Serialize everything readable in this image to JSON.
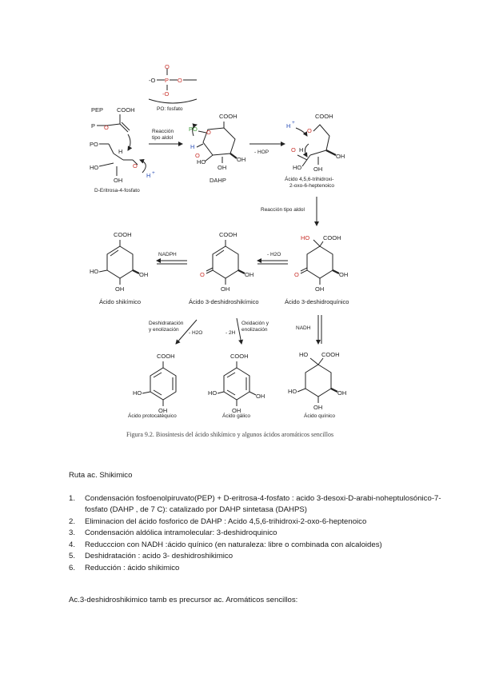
{
  "figure": {
    "phosphate_formula": "O-P-O",
    "po_label": "PO: fosfato",
    "pep_label": "PEP",
    "cooh": "COOH",
    "p_label": "P",
    "po_short": "PO",
    "erythrose_label": "D-Eritrosa-4-fosfato",
    "aldol_label_1": "Reacción tipo aldol",
    "dahp_label": "DAHP",
    "minus_hop": "- HOP",
    "heptenoic_label": "Ácido 4,5,6-trihidroxi-2-oxo-6-heptenoico",
    "aldol_label_2": "Reacción tipo aldol",
    "nadph": "NADPH",
    "minus_h2o": "- H2O",
    "shikimic": "Ácido shikímico",
    "dehydroshikimic": "Ácido 3-deshidroshikímico",
    "dehydroquinic": "Ácido 3-deshidroquínico",
    "dehydration": "Deshidratación y enolización",
    "dehydration_water": "- H2O",
    "oxidation": "Oxidación y enolización",
    "oxidation_h": "- 2H",
    "nadh": "NADH",
    "protocatechuic": "Ácido protocatéquico",
    "gallic": "Ácido gálico",
    "quinic": "Ácido quínico",
    "ho": "HO",
    "oh": "OH",
    "o": "O",
    "h": "H",
    "caption": "Figura 9.2.  Biosíntesis del ácido shikímico y algunos ácidos aromáticos sencillos"
  },
  "text": {
    "section_title": "Ruta ac. Shikimico",
    "steps": [
      {
        "num": "1.",
        "text": "Condensación fosfoenolpiruvato(PEP) + D-eritrosa-4-fosfato : acido 3-desoxi-D-arabi-noheptulosónico-7-fosfato (DAHP , de 7 C): catalizado por DAHP sintetasa (DAHPS)"
      },
      {
        "num": "2.",
        "text": "Eliminacion del ácido fosforico de DAHP :  Acido 4,5,6-trihidroxi-2-oxo-6-heptenoico"
      },
      {
        "num": "3.",
        "text": "Condensación aldólica intramolecular: 3-deshidroquinico"
      },
      {
        "num": "4.",
        "text": "Reducccion con NADH :ácido quínico (en naturaleza: libre o combinada con alcaloides)"
      },
      {
        "num": "5.",
        "text": "Deshidratación : acido 3- deshidroshikimico"
      },
      {
        "num": "6.",
        "text": "Reducción : ácido shikimico"
      }
    ],
    "note": "Ac.3-deshidroshikimico tamb es precursor ac. Aromáticos sencillos:"
  }
}
